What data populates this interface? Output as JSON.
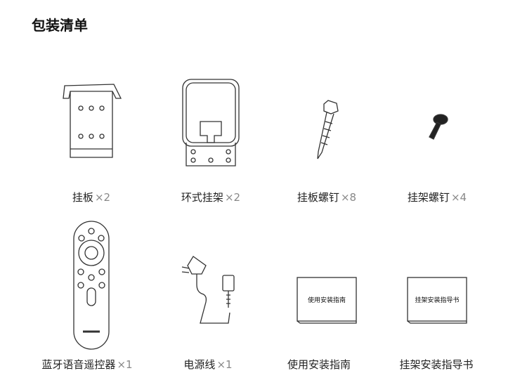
{
  "title": "包装清单",
  "items": [
    {
      "name": "挂板",
      "qty": "×2"
    },
    {
      "name": "环式挂架",
      "qty": "×2"
    },
    {
      "name": "挂板螺钉",
      "qty": "×8"
    },
    {
      "name": "挂架螺钉",
      "qty": "×4"
    },
    {
      "name": "蓝牙语音遥控器",
      "qty": "×1"
    },
    {
      "name": "电源线",
      "qty": "×1"
    },
    {
      "name": "使用安装指南",
      "qty": ""
    },
    {
      "name": "挂架安装指导书",
      "qty": ""
    }
  ],
  "booklets": {
    "manual_cover": "使用安装指南",
    "mount_guide_cover": "挂架安装指导书"
  }
}
